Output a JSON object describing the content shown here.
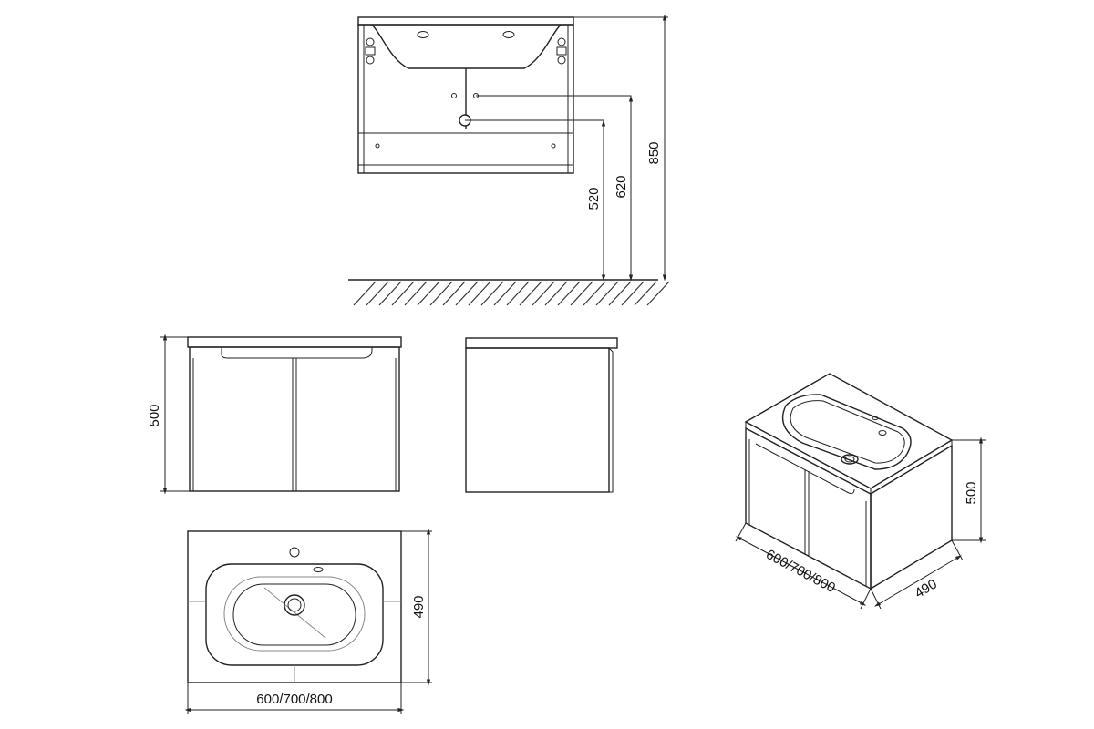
{
  "colors": {
    "line": "#222222",
    "background": "#ffffff",
    "hatch": "#333333"
  },
  "dimensions": {
    "total_height": "850",
    "outlet_upper": "620",
    "outlet_lower": "520",
    "front_height": "500",
    "top_depth": "490",
    "top_width": "600/700/800",
    "iso_height": "500",
    "iso_width": "600/700/800",
    "iso_depth": "490"
  }
}
